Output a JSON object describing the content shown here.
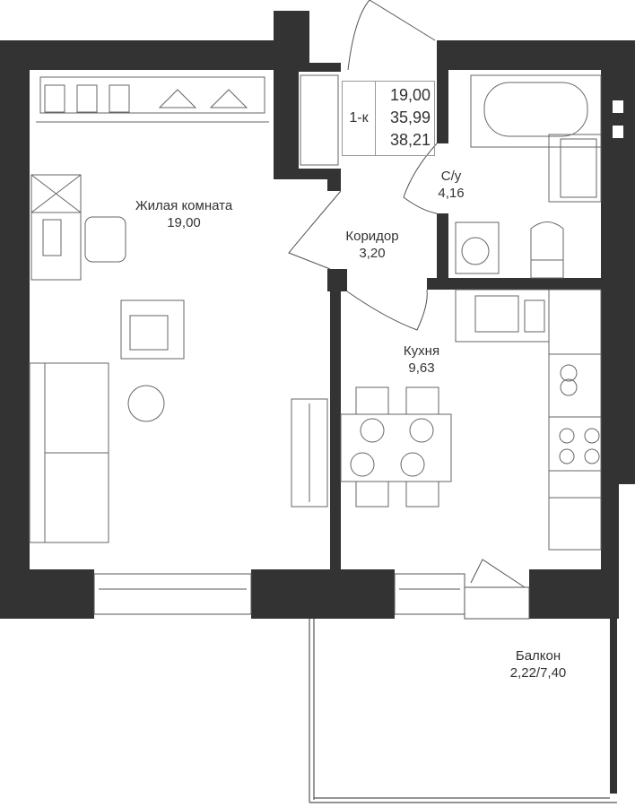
{
  "apartment": {
    "type": "1-к",
    "living_area": "19,00",
    "total_area": "35,99",
    "total_with_balcony": "38,21"
  },
  "rooms": [
    {
      "name": "Жилая комната",
      "area": "19,00"
    },
    {
      "name": "Коридор",
      "area": "3,20"
    },
    {
      "name": "С/у",
      "area": "4,16"
    },
    {
      "name": "Кухня",
      "area": "9,63"
    },
    {
      "name": "Балкон",
      "area": "2,22/7,40"
    }
  ],
  "colors": {
    "wall": "#333333",
    "line": "#555555"
  }
}
